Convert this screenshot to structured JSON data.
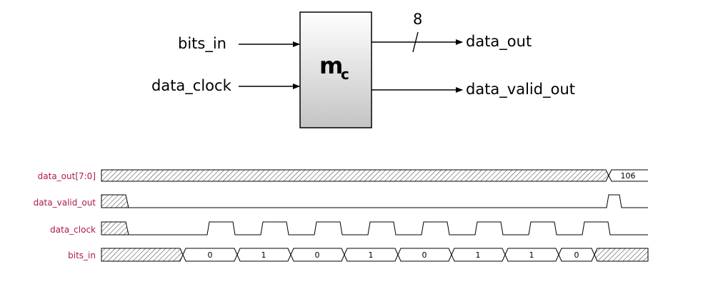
{
  "block": {
    "name": "m",
    "subscript": "c",
    "inputs": [
      "bits_in",
      "data_clock"
    ],
    "outputs": [
      "data_out",
      "data_valid_out"
    ],
    "bus_width": "8"
  },
  "waveform": {
    "signals": [
      {
        "name": "data_out[7:0]",
        "value": "106"
      },
      {
        "name": "data_valid_out"
      },
      {
        "name": "data_clock"
      },
      {
        "name": "bits_in",
        "bits": [
          "0",
          "1",
          "0",
          "1",
          "0",
          "1",
          "1",
          "0"
        ]
      }
    ]
  }
}
